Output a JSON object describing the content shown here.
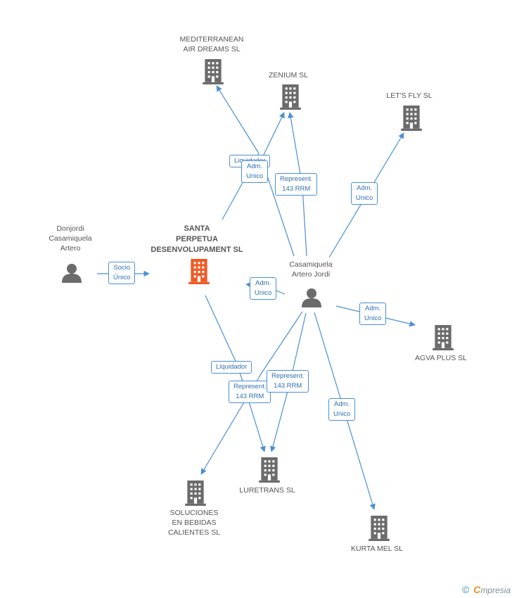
{
  "nodes": {
    "mediterranean": {
      "label": "MEDITERRANEAN\nAIR DREAMS SL",
      "icon": "building-icon"
    },
    "zenium": {
      "label": "ZENIUM SL",
      "icon": "building-icon"
    },
    "letsfly": {
      "label": "LET'S FLY SL",
      "icon": "building-icon"
    },
    "donjordi": {
      "label": "Donjordi\nCasamiquela\nArtero",
      "icon": "person-icon"
    },
    "santa": {
      "label": "SANTA\nPERPETUA\nDESENVOLUPAMENT SL",
      "icon": "building-icon",
      "color": "#f05a24"
    },
    "casamiquela": {
      "label": "Casamiquela\nArtero Jordi",
      "icon": "person-icon"
    },
    "agva": {
      "label": "AGVA PLUS SL",
      "icon": "building-icon"
    },
    "luretrans": {
      "label": "LURETRANS SL",
      "icon": "building-icon"
    },
    "soluciones": {
      "label": "SOLUCIONES\nEN BEBIDAS\nCALIENTES SL",
      "icon": "building-icon"
    },
    "kurta": {
      "label": "KURTA MEL SL",
      "icon": "building-icon"
    }
  },
  "edges": {
    "socio": "Socio\nÚnico",
    "liq_top": "Liquidador",
    "adm_zenium": "Adm.\nUnico",
    "rep_zenium": "Represent.\n143 RRM",
    "adm_letsfly": "Adm.\nUnico",
    "adm_santa": "Adm.\nUnico",
    "adm_agva": "Adm.\nUnico",
    "liq_lur": "Liquidador",
    "rep_sol": "Represent.\n143 RRM",
    "rep_lur": "Represent.\n143 RRM",
    "adm_kurta": "Adm.\nUnico"
  },
  "footer": {
    "copyright": "©",
    "brand_initial": "C",
    "brand_rest": "mpresia"
  },
  "colors": {
    "edge": "#4a8fd6",
    "icon": "#6b6b6b",
    "focus_icon": "#f05a24"
  }
}
